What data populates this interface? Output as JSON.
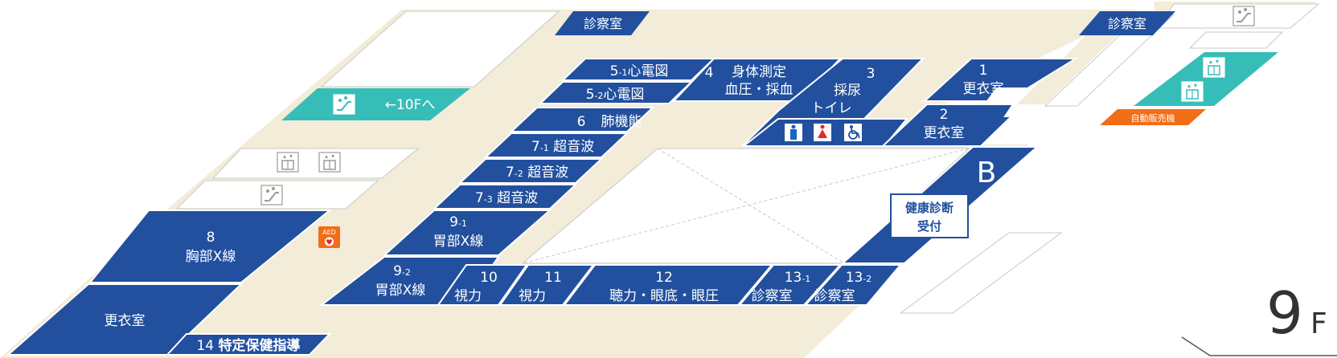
{
  "colors": {
    "room": "#22509e",
    "corridor": "#f2ecd8",
    "teal": "#36bdb8",
    "orange": "#f26d18",
    "white": "#ffffff"
  },
  "floor": {
    "number": "9",
    "unit": "F"
  },
  "signs": {
    "shinsatsu_top_left": "診察室",
    "shinsatsu_top_right": "診察室",
    "to_10f": "←10Fへ",
    "vending": "自動販売機",
    "aed": "AED"
  },
  "rooms": {
    "r5_1": {
      "num": "5",
      "sub": "-1",
      "label": "心電図"
    },
    "r5_2": {
      "num": "5",
      "sub": "-2",
      "label": "心電図"
    },
    "r4": {
      "num": "4",
      "line1": "身体測定",
      "line2": "血圧・採血"
    },
    "r3": {
      "num": "3",
      "line1": "採尿",
      "line2": "トイレ"
    },
    "r1": {
      "num": "1",
      "label": "更衣室"
    },
    "r2": {
      "num": "2",
      "label": "更衣室"
    },
    "r6": {
      "num": "6",
      "label": "肺機能"
    },
    "r7_1": {
      "num": "7",
      "sub": "-1",
      "label": "超音波"
    },
    "r7_2": {
      "num": "7",
      "sub": "-2",
      "label": "超音波"
    },
    "r7_3": {
      "num": "7",
      "sub": "-3",
      "label": "超音波"
    },
    "r9_1": {
      "num": "9",
      "sub": "-1",
      "label": "胃部X線"
    },
    "r9_2": {
      "num": "9",
      "sub": "-2",
      "label": "胃部X線"
    },
    "r8": {
      "num": "8",
      "label": "胸部X線"
    },
    "r_kouishitsu": {
      "label": "更衣室"
    },
    "r14": {
      "num": "14",
      "label": "特定保健指導"
    },
    "r10": {
      "num": "10",
      "label": "視力"
    },
    "r11": {
      "num": "11",
      "label": "視力"
    },
    "r12": {
      "num": "12",
      "label": "聴力・眼底・眼圧"
    },
    "r13_1": {
      "num": "13",
      "sub": "-1",
      "label": "診察室"
    },
    "r13_2": {
      "num": "13",
      "sub": "-2",
      "label": "診察室"
    },
    "rB": {
      "label": "B"
    }
  },
  "reception": {
    "line1": "健康診断",
    "line2": "受付"
  },
  "icons": {
    "men": "men-toilet-icon",
    "women": "women-toilet-icon",
    "accessible": "accessible-toilet-icon",
    "elevator": "elevator-icon",
    "escalator": "escalator-icon",
    "aed": "aed-icon"
  }
}
